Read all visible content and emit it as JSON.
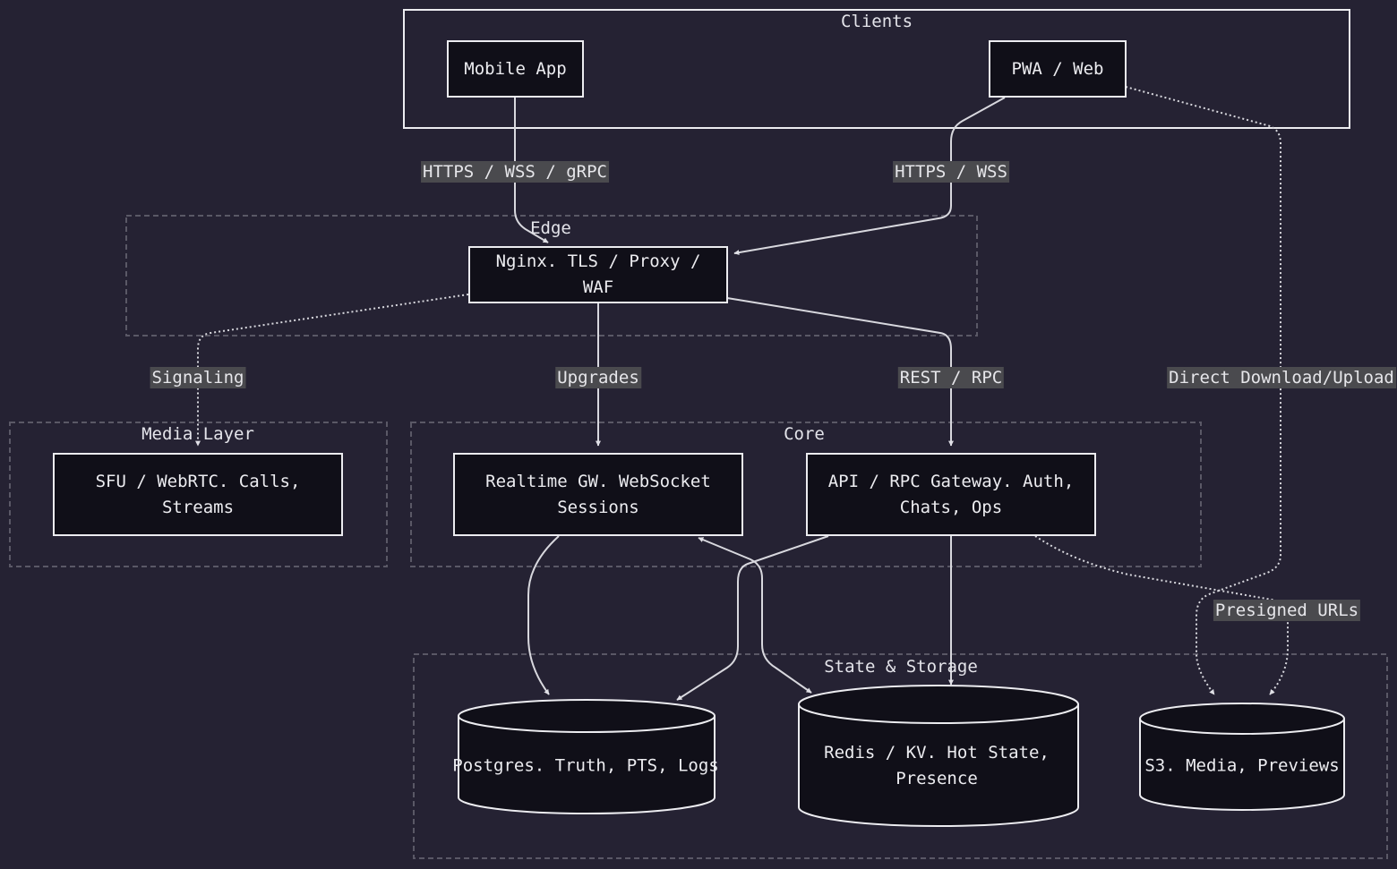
{
  "groups": {
    "clients": "Clients",
    "edge": "Edge",
    "media": "Media Layer",
    "core": "Core",
    "storage": "State & Storage"
  },
  "nodes": {
    "mobile_app": "Mobile App",
    "pwa_web": "PWA / Web",
    "nginx": "Nginx. TLS / Proxy / WAF",
    "sfu_line1": "SFU / WebRTC. Calls,",
    "sfu_line2": "Streams",
    "realtime_line1": "Realtime GW. WebSocket",
    "realtime_line2": "Sessions",
    "api_line1": "API / RPC Gateway. Auth,",
    "api_line2": "Chats, Ops",
    "postgres": "Postgres. Truth, PTS, Logs",
    "redis_line1": "Redis / KV. Hot State,",
    "redis_line2": "Presence",
    "s3": "S3. Media, Previews"
  },
  "edges": {
    "mobile_to_nginx": "HTTPS / WSS / gRPC",
    "pwa_to_nginx": "HTTPS / WSS",
    "signaling": "Signaling",
    "upgrades": "Upgrades",
    "rest_rpc": "REST / RPC",
    "direct": "Direct Download/Upload",
    "presigned": "Presigned URLs"
  },
  "colors": {
    "background": "#252233",
    "node_fill": "#100f18",
    "stroke": "#ececf0",
    "group_border": "#5a5866",
    "label_bg": "#4a4a4e"
  }
}
